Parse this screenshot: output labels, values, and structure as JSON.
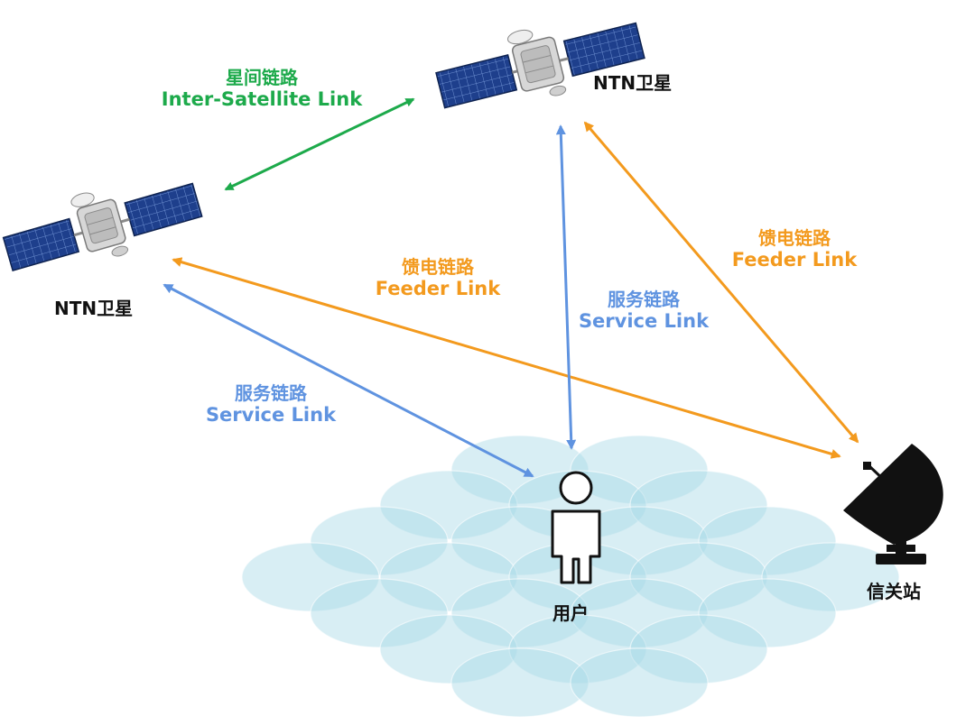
{
  "nodes": {
    "satellite_top": "NTN卫星",
    "satellite_left": "NTN卫星",
    "user": "用户",
    "gateway": "信关站"
  },
  "links": {
    "inter_satellite": {
      "zh": "星间链路",
      "en": "Inter-Satellite Link",
      "color": "#1daa4b"
    },
    "feeder_left": {
      "zh": "馈电链路",
      "en": "Feeder Link",
      "color": "#f39a1e"
    },
    "feeder_right": {
      "zh": "馈电链路",
      "en": "Feeder Link",
      "color": "#f39a1e"
    },
    "service_left": {
      "zh": "服务链路",
      "en": "Service Link",
      "color": "#5f93e0"
    },
    "service_center": {
      "zh": "服务链路",
      "en": "Service Link",
      "color": "#5f93e0"
    }
  },
  "colors": {
    "coverage_cell": "#a9d9e6",
    "satellite_panel": "#1e3f8c",
    "dish": "#111111"
  },
  "icons": [
    "satellite-icon",
    "user-icon",
    "satellite-dish-icon"
  ]
}
